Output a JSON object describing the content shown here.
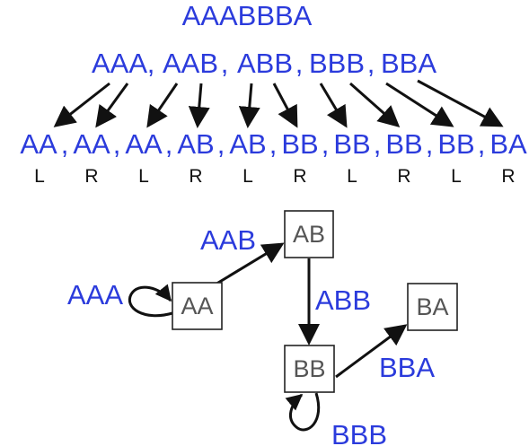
{
  "sequence": "AAABBBA",
  "kmers": [
    "AAA",
    "AAB",
    "ABB",
    "BBB",
    "BBA"
  ],
  "separator": ",",
  "pairs": [
    {
      "text": "AA",
      "side": "L"
    },
    {
      "text": "AA",
      "side": "R"
    },
    {
      "text": "AA",
      "side": "L"
    },
    {
      "text": "AB",
      "side": "R"
    },
    {
      "text": "AB",
      "side": "L"
    },
    {
      "text": "BB",
      "side": "R"
    },
    {
      "text": "BB",
      "side": "L"
    },
    {
      "text": "BB",
      "side": "R"
    },
    {
      "text": "BB",
      "side": "L"
    },
    {
      "text": "BA",
      "side": "R"
    }
  ],
  "graph": {
    "nodes": [
      "AA",
      "AB",
      "BB",
      "BA"
    ],
    "edges": [
      {
        "label": "AAA",
        "from": "AA",
        "to": "AA"
      },
      {
        "label": "AAB",
        "from": "AA",
        "to": "AB"
      },
      {
        "label": "ABB",
        "from": "AB",
        "to": "BB"
      },
      {
        "label": "BBB",
        "from": "BB",
        "to": "BB"
      },
      {
        "label": "BBA",
        "from": "BB",
        "to": "BA"
      }
    ]
  },
  "colors": {
    "label_blue": "#2b3bdc",
    "node_text": "#555555",
    "stroke": "#111111"
  }
}
